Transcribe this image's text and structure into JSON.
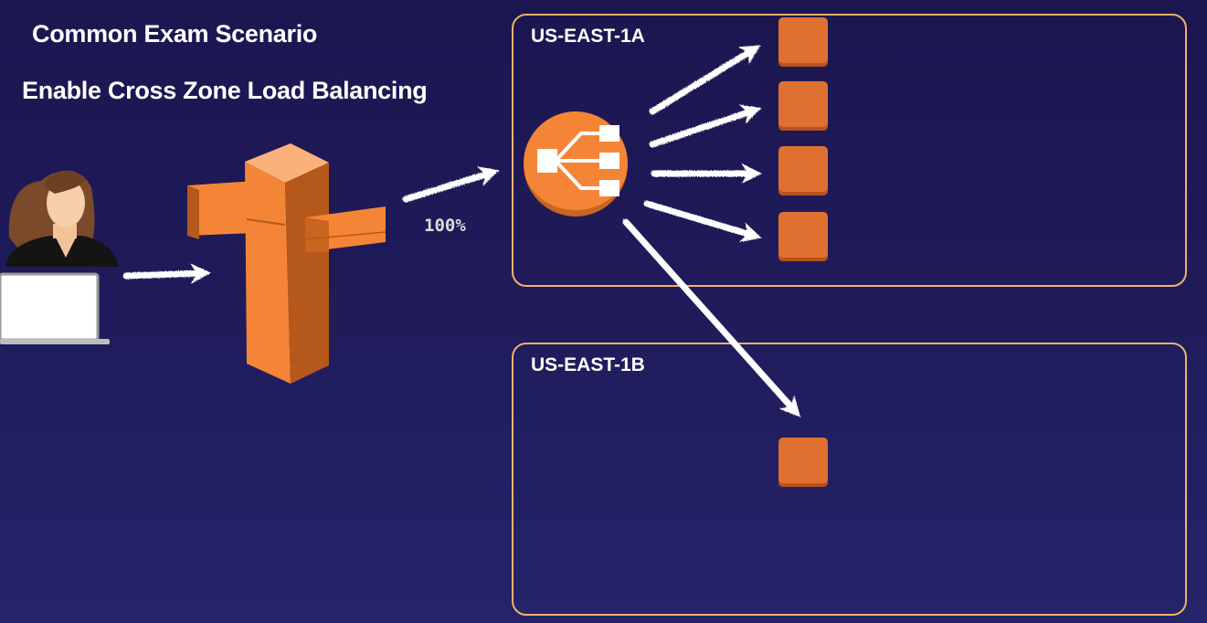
{
  "title": "Common Exam Scenario",
  "subtitle": "Enable Cross Zone Load Balancing",
  "zones": [
    {
      "label": "US-EAST-1A"
    },
    {
      "label": "US-EAST-1B"
    }
  ],
  "traffic_label": "100%",
  "icons": {
    "user": "user-at-laptop-icon",
    "dns": "route53-dns-icon",
    "load_balancer": "load-balancer-icon",
    "instance": "ec2-instance-icon"
  },
  "colors": {
    "background": "#1e1a58",
    "zone_border": "#f0b26a",
    "aws_orange": "#f58536",
    "instance": "#e07030",
    "arrow": "#ffffff"
  }
}
